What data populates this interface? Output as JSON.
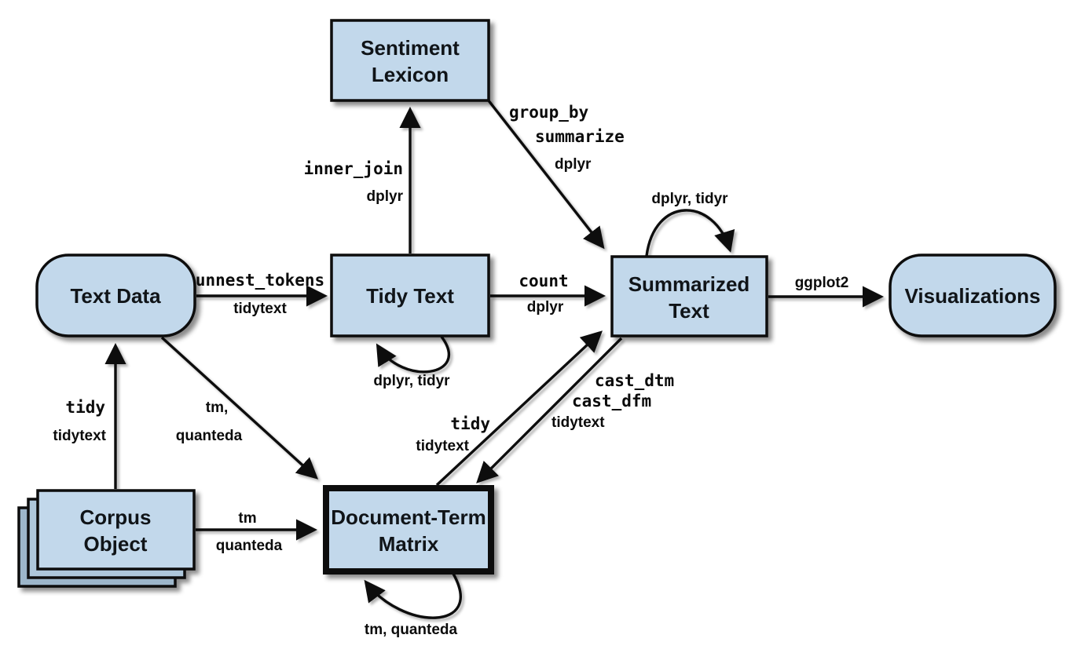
{
  "diagram": {
    "description": "Flowchart of a tidy text analysis workflow combining tidytext with tm and quanteda",
    "colors": {
      "node_fill": "#c2d8eb",
      "node_border": "#0b0b0b",
      "background": "#ffffff",
      "text": "#101418"
    },
    "nodes": {
      "sentiment_lexicon": {
        "lines": [
          "Sentiment",
          "Lexicon"
        ]
      },
      "text_data": {
        "lines": [
          "Text Data"
        ]
      },
      "tidy_text": {
        "lines": [
          "Tidy Text"
        ]
      },
      "summarized_text": {
        "lines": [
          "Summarized",
          "Text"
        ]
      },
      "visualizations": {
        "lines": [
          "Visualizations"
        ]
      },
      "corpus_object": {
        "lines": [
          "Corpus",
          "Object"
        ]
      },
      "document_term_matrix": {
        "lines": [
          "Document-Term",
          "Matrix"
        ]
      }
    },
    "edges": {
      "textdata_to_tidytext": {
        "fn": "unnest_tokens",
        "pkg": "tidytext"
      },
      "tidytext_to_lexicon": {
        "fn": "inner_join",
        "pkg": "dplyr"
      },
      "lexicon_to_summarized": {
        "fn_line1": "group_by",
        "fn_line2": "summarize",
        "pkg": "dplyr"
      },
      "tidytext_to_summarized": {
        "fn": "count",
        "pkg": "dplyr"
      },
      "summarized_to_visualizations": {
        "pkg": "ggplot2"
      },
      "corpus_to_textdata": {
        "fn": "tidy",
        "pkg": "tidytext"
      },
      "textdata_to_dtm": {
        "pkg_line1": "tm,",
        "pkg_line2": "quanteda"
      },
      "corpus_to_dtm": {
        "pkg_line1": "tm",
        "pkg_line2": "quanteda"
      },
      "dtm_to_summarized": {
        "fn": "tidy",
        "pkg": "tidytext"
      },
      "summarized_to_dtm": {
        "fn_line1": "cast_dtm",
        "fn_line2": "cast_dfm",
        "pkg": "tidytext"
      },
      "tidytext_self_loop": {
        "label": "dplyr, tidyr"
      },
      "summarized_self_loop": {
        "label": "dplyr, tidyr"
      },
      "dtm_self_loop": {
        "label": "tm, quanteda"
      }
    }
  }
}
